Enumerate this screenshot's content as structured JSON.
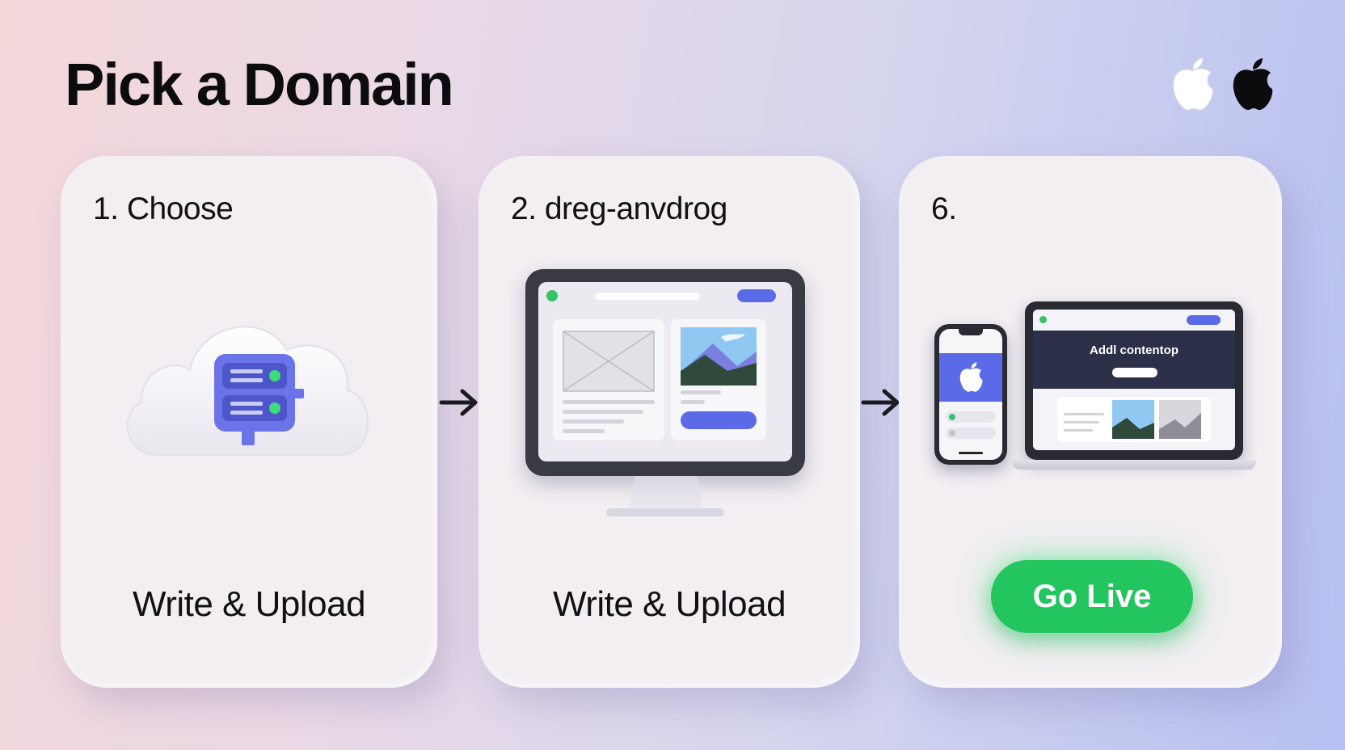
{
  "page": {
    "title": "Pick a Domain"
  },
  "header": {
    "logos": [
      "apple-logo-white",
      "apple-logo-black"
    ]
  },
  "cards": [
    {
      "step": "1. Choose",
      "caption": "Write & Upload",
      "icon": "cloud-server-icon"
    },
    {
      "step": "2. dreg-anvdrog",
      "caption": "Write & Upload",
      "icon": "monitor-icon"
    },
    {
      "step": "6.",
      "button": "Go Live",
      "icon": "devices-icon"
    }
  ],
  "laptop": {
    "hero_title": "Addl contentop"
  },
  "colors": {
    "accent_blue": "#5b6ae6",
    "go_live_green": "#22c55e",
    "text_dark": "#111114",
    "card_bg": "#f2eef2"
  }
}
